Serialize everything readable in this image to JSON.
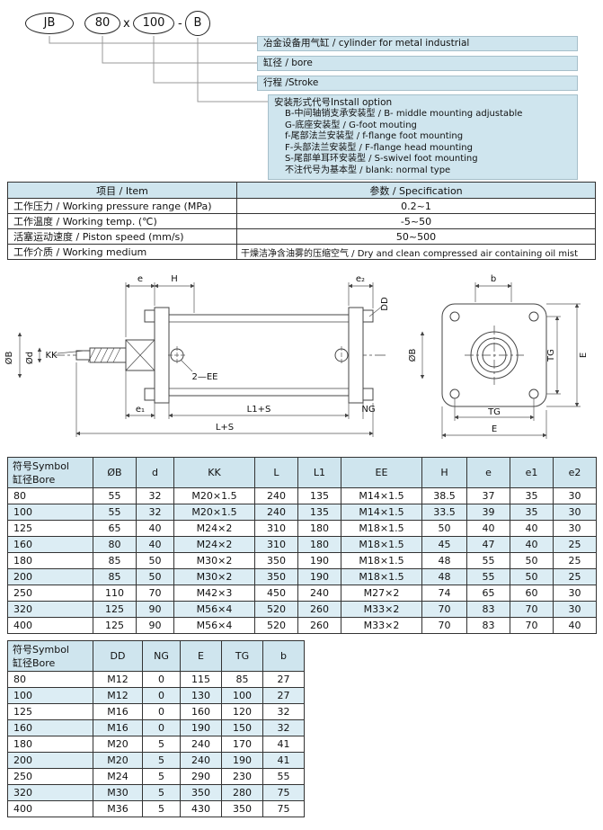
{
  "model_code": {
    "series": "JB",
    "bore": "80",
    "sep1": "x",
    "stroke": "100",
    "sep2": "-",
    "mount": "B"
  },
  "callouts": [
    "冶金设备用气缸 / cylinder for metal industrial",
    "缸径 / bore",
    "行程 /Stroke",
    "安装形式代号Install option"
  ],
  "install_options": [
    "B-中间轴销支承安装型 / B- middle mounting adjustable",
    "G-底座安装型 / G-foot mouting",
    "f-尾部法兰安装型 / f-flange foot mounting",
    "F-头部法兰安装型 / F-flange head mounting",
    "S-尾部单耳环安装型 / S-swivel foot mounting",
    "不注代号为基本型 / blank: normal type"
  ],
  "spec_table": {
    "headers": [
      "项目 / Item",
      "参数 / Specification"
    ],
    "rows": [
      [
        "工作压力 / Working pressure range (MPa)",
        "0.2~1"
      ],
      [
        "工作温度 / Working temp. (℃)",
        "-5~50"
      ],
      [
        "活塞运动速度 / Piston speed (mm/s)",
        "50~500"
      ],
      [
        "工作介质 / Working medium",
        "干燥洁净含油雾的压缩空气 / Dry and clean compressed air containing oil mist"
      ]
    ]
  },
  "drawing_labels": {
    "e": "e",
    "H": "H",
    "e2": "e₂",
    "DD": "DD",
    "b": "b",
    "phiB": "ØB",
    "phid": "Ød",
    "KK": "KK",
    "ports": "2—EE",
    "e1": "e₁",
    "L1S": "L1+S",
    "NG": "NG",
    "LS": "L+S",
    "phiB_end": "ØB",
    "TG_right": "TG",
    "E_right": "E",
    "TG_bottom": "TG",
    "E_bottom": "E"
  },
  "dim_table1": {
    "corner": [
      "符号Symbol",
      "缸径Bore"
    ],
    "headers": [
      "ØB",
      "d",
      "KK",
      "L",
      "L1",
      "EE",
      "H",
      "e",
      "e1",
      "e2"
    ],
    "rows": [
      [
        "80",
        "55",
        "32",
        "M20×1.5",
        "240",
        "135",
        "M14×1.5",
        "38.5",
        "37",
        "35",
        "30"
      ],
      [
        "100",
        "55",
        "32",
        "M20×1.5",
        "240",
        "135",
        "M14×1.5",
        "33.5",
        "39",
        "35",
        "30"
      ],
      [
        "125",
        "65",
        "40",
        "M24×2",
        "310",
        "180",
        "M18×1.5",
        "50",
        "40",
        "40",
        "30"
      ],
      [
        "160",
        "80",
        "40",
        "M24×2",
        "310",
        "180",
        "M18×1.5",
        "45",
        "47",
        "40",
        "25"
      ],
      [
        "180",
        "85",
        "50",
        "M30×2",
        "350",
        "190",
        "M18×1.5",
        "48",
        "55",
        "50",
        "25"
      ],
      [
        "200",
        "85",
        "50",
        "M30×2",
        "350",
        "190",
        "M18×1.5",
        "48",
        "55",
        "50",
        "25"
      ],
      [
        "250",
        "110",
        "70",
        "M42×3",
        "450",
        "240",
        "M27×2",
        "74",
        "65",
        "60",
        "30"
      ],
      [
        "320",
        "125",
        "90",
        "M56×4",
        "520",
        "260",
        "M33×2",
        "70",
        "83",
        "70",
        "30"
      ],
      [
        "400",
        "125",
        "90",
        "M56×4",
        "520",
        "260",
        "M33×2",
        "70",
        "83",
        "70",
        "40"
      ]
    ]
  },
  "dim_table2": {
    "corner": [
      "符号Symbol",
      "缸径Bore"
    ],
    "headers": [
      "DD",
      "NG",
      "E",
      "TG",
      "b"
    ],
    "rows": [
      [
        "80",
        "M12",
        "0",
        "115",
        "85",
        "27"
      ],
      [
        "100",
        "M12",
        "0",
        "130",
        "100",
        "27"
      ],
      [
        "125",
        "M16",
        "0",
        "160",
        "120",
        "32"
      ],
      [
        "160",
        "M16",
        "0",
        "190",
        "150",
        "32"
      ],
      [
        "180",
        "M20",
        "5",
        "240",
        "170",
        "41"
      ],
      [
        "200",
        "M20",
        "5",
        "240",
        "190",
        "41"
      ],
      [
        "250",
        "M24",
        "5",
        "290",
        "230",
        "55"
      ],
      [
        "320",
        "M30",
        "5",
        "350",
        "280",
        "75"
      ],
      [
        "400",
        "M36",
        "5",
        "430",
        "350",
        "75"
      ]
    ]
  }
}
